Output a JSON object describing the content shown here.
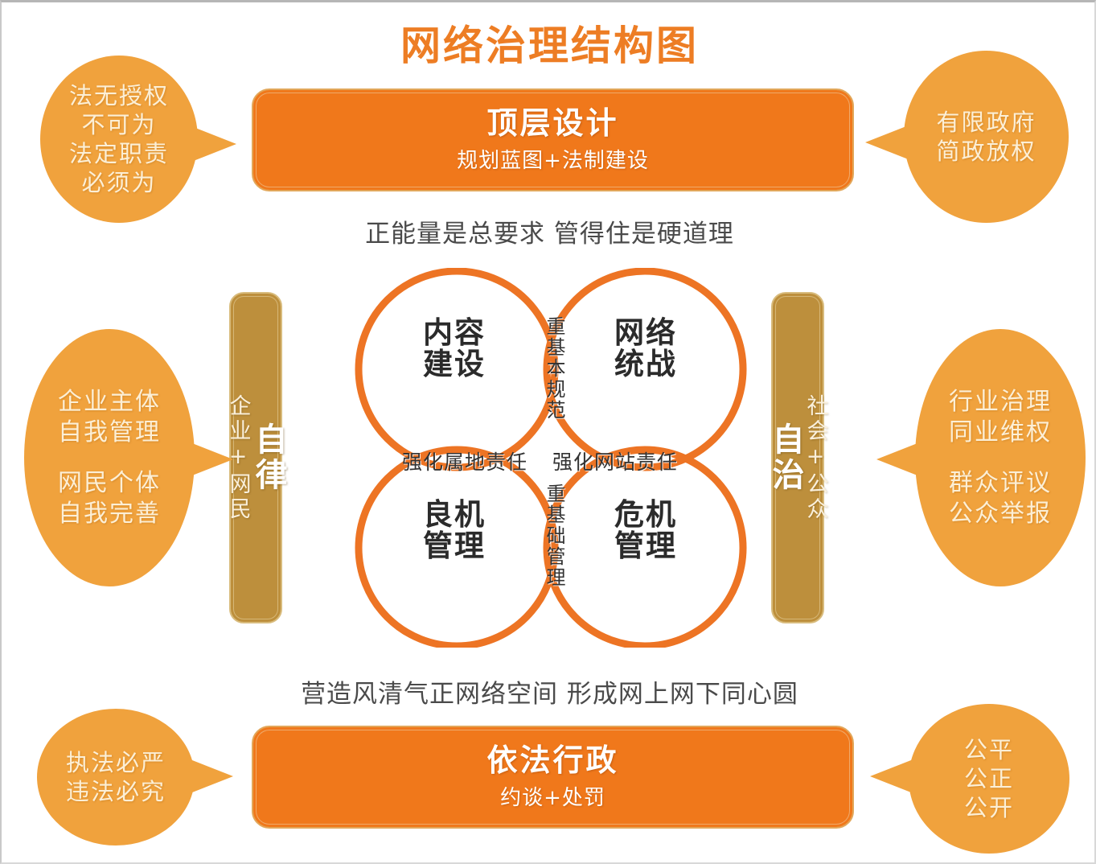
{
  "title": "网络治理结构图",
  "colors": {
    "bar_orange": "#F0781B",
    "bubble_orange": "#F0A23D",
    "gold": "#BD8F3C",
    "circle_stroke": "#ED7424",
    "title_orange": "#ED7D24",
    "text_dark": "#2b2b2b"
  },
  "top_bar": {
    "title": "顶层设计",
    "subtitle": "规划蓝图+法制建设"
  },
  "bottom_bar": {
    "title": "依法行政",
    "subtitle": "约谈+处罚"
  },
  "slogans": {
    "top": "正能量是总要求  管得住是硬道理",
    "bottom": "营造风清气正网络空间  形成网上网下同心圆"
  },
  "left_pillar": {
    "main": "自律",
    "sub": "企业+网民"
  },
  "right_pillar": {
    "main": "自治",
    "sub": "社会+公众"
  },
  "venn": {
    "top_left": "内容建设",
    "top_right": "网络统战",
    "bottom_left": "良机管理",
    "bottom_right": "危机管理",
    "intersect_top": "重基本规范",
    "intersect_bottom": "重基础管理",
    "intersect_left": "强化属地责任",
    "intersect_right": "强化网站责任"
  },
  "bubbles": {
    "top_left": {
      "lines": [
        "法无授权",
        "不可为",
        "法定职责",
        "必须为"
      ]
    },
    "top_right": {
      "lines": [
        "有限政府",
        "简政放权"
      ]
    },
    "middle_left": {
      "group_a": [
        "企业主体",
        "自我管理"
      ],
      "group_b": [
        "网民个体",
        "自我完善"
      ]
    },
    "middle_right": {
      "group_a": [
        "行业治理",
        "同业维权"
      ],
      "group_b": [
        "群众评议",
        "公众举报"
      ]
    },
    "bottom_left": {
      "lines": [
        "执法必严",
        "违法必究"
      ]
    },
    "bottom_right": {
      "lines": [
        "公平",
        "公正",
        "公开"
      ]
    }
  }
}
